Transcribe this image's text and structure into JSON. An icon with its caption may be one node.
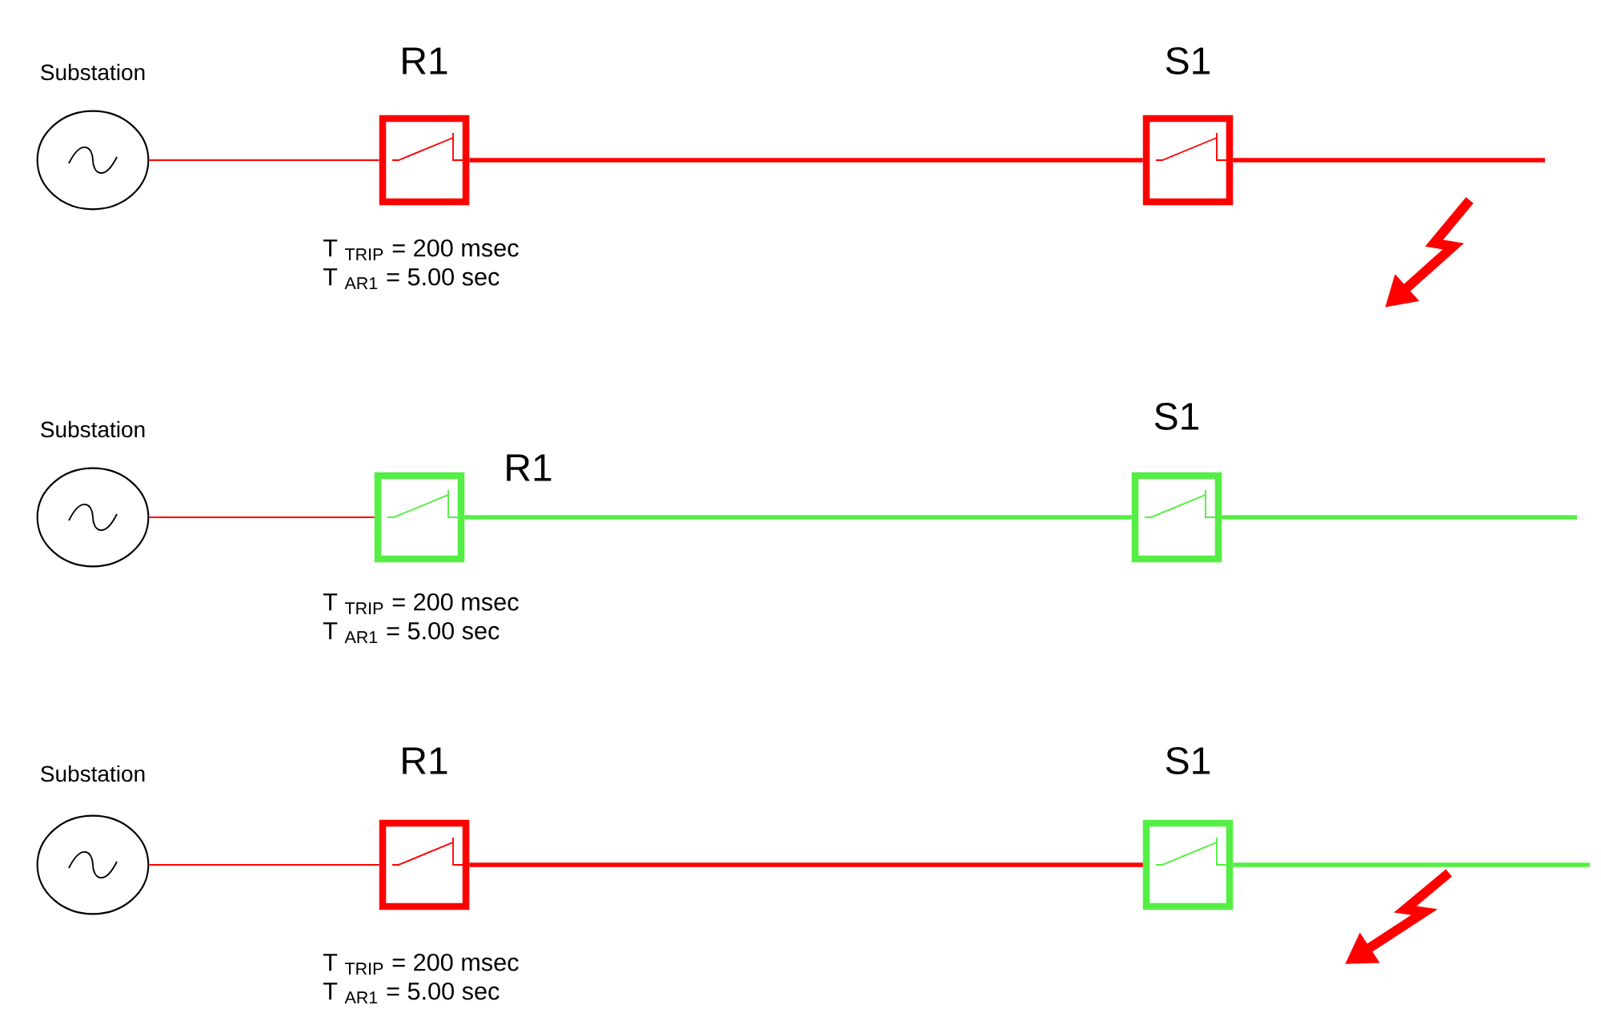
{
  "diagram": {
    "nodes": [
      {
        "text": [],
        "shape": "circle",
        "beside": [
          "Substation"
        ]
      },
      {
        "text": [
          "R1"
        ],
        "beside": [
          "T $_{TRIP}$ = 200 msec",
          "T $_{AR1}$ = 5.00 sec"
        ]
      },
      {
        "text": [
          "S1"
        ]
      },
      {
        "text": [],
        "shape": "circle",
        "beside": [
          "Substation"
        ]
      },
      {
        "text": [
          "R1"
        ],
        "beside": [
          "T $_{TRIP}$ = 200 msec",
          "T $_{AR1}$ = 5.00 sec"
        ]
      },
      {
        "text": [
          "S1"
        ]
      },
      {
        "text": [],
        "shape": "circle",
        "beside": [
          "Substation"
        ]
      },
      {
        "text": [
          "R1"
        ],
        "beside": [
          "T $_{TRIP}$ = 200 msec",
          "T $_{AR1}$ = 5.00 sec"
        ]
      },
      {
        "text": [
          "S1"
        ]
      }
    ],
    "edges": [
      {
        "from": 0,
        "to": 1,
        "arrow": "none"
      },
      {
        "from": 1,
        "to": 2,
        "arrow": "none"
      },
      {
        "from": 2,
        "to": null,
        "arrow": "none"
      },
      {
        "from": 3,
        "to": 4,
        "arrow": "none"
      },
      {
        "from": 4,
        "to": 5,
        "arrow": "none",
        "color": "#55ee44"
      },
      {
        "from": 5,
        "to": null,
        "arrow": "none",
        "color": "#55ee44"
      },
      {
        "from": 6,
        "to": 7,
        "arrow": "none"
      },
      {
        "from": 7,
        "to": 8,
        "arrow": "none"
      },
      {
        "from": 8,
        "to": null,
        "arrow": "none",
        "color": "#55ee44"
      }
    ]
  }
}
